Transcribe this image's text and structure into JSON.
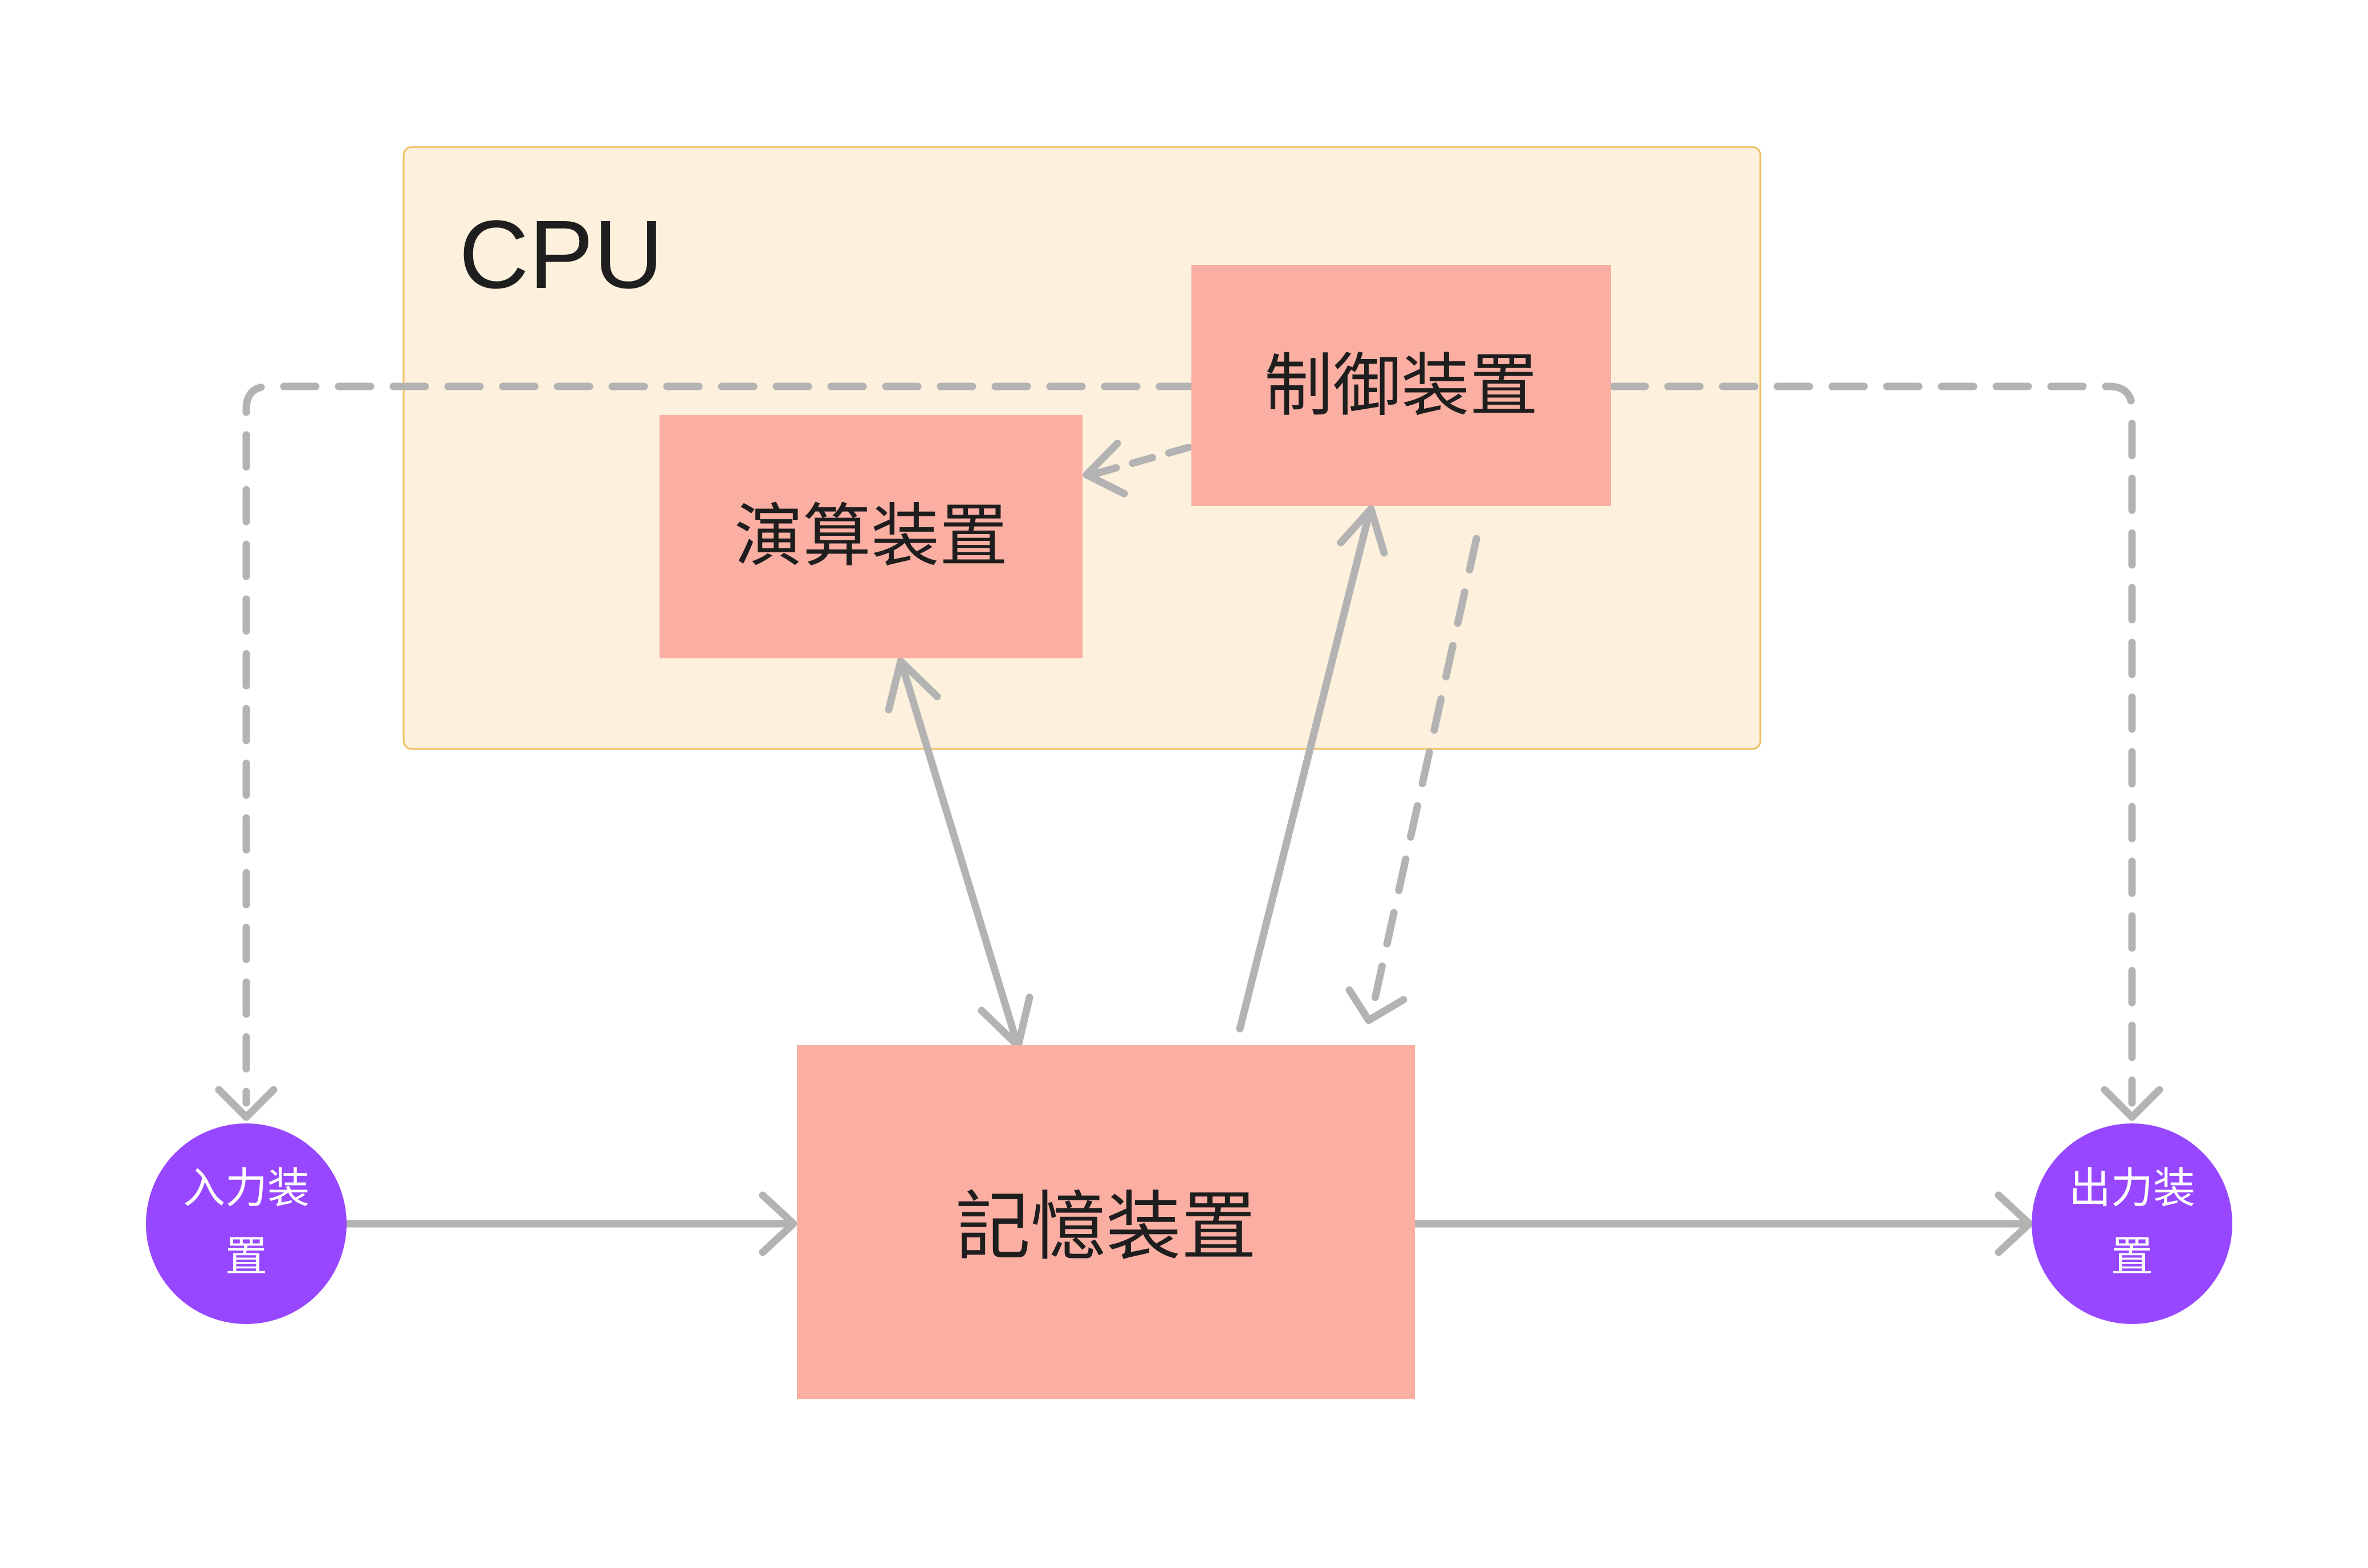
{
  "cpu": {
    "label": "CPU"
  },
  "control_unit": {
    "label": "制御装置"
  },
  "alu": {
    "label": "演算装置"
  },
  "memory": {
    "label": "記憶装置"
  },
  "input_device": {
    "label_line1": "入力装",
    "label_line2": "置"
  },
  "output_device": {
    "label_line1": "出力装",
    "label_line2": "置"
  },
  "colors": {
    "cpu_fill": "#fdf0dc",
    "cpu_border": "#f0c060",
    "unit_fill": "#fbaea2",
    "device_fill": "#9747ff",
    "arrow": "#b3b3b3"
  }
}
